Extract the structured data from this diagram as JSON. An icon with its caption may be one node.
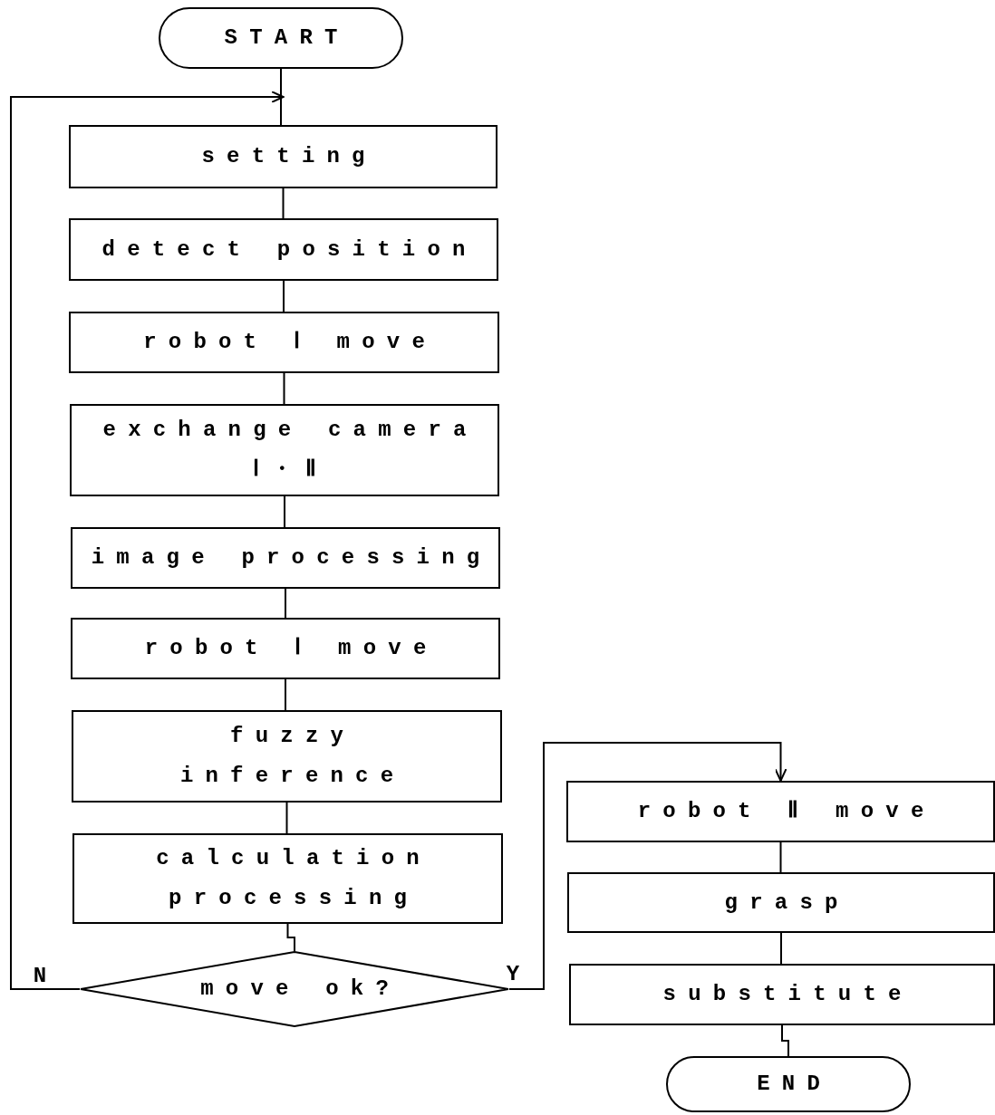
{
  "diagram": {
    "nodes": [
      {
        "text": [
          "START"
        ]
      },
      {
        "text": [
          "setting"
        ]
      },
      {
        "text": [
          "detect position"
        ]
      },
      {
        "text": [
          "robot Ⅰ move"
        ]
      },
      {
        "text": [
          "exchange camera Ⅰ・Ⅱ"
        ]
      },
      {
        "text": [
          "image processing"
        ]
      },
      {
        "text": [
          "robot Ⅰ move"
        ]
      },
      {
        "text": [
          "fuzzy inference"
        ]
      },
      {
        "text": [
          "calculation processing"
        ]
      },
      {
        "text": [
          "move ok?"
        ]
      },
      {
        "text": [
          "robot Ⅱ move"
        ]
      },
      {
        "text": [
          "grasp"
        ]
      },
      {
        "text": [
          "substitute"
        ]
      },
      {
        "text": [
          "END"
        ]
      }
    ],
    "edges": [
      {
        "from": 0,
        "to": 1,
        "arrow": "none"
      },
      {
        "from": 1,
        "to": 2,
        "arrow": "none"
      },
      {
        "from": 2,
        "to": 3,
        "arrow": "none"
      },
      {
        "from": 3,
        "to": 4,
        "arrow": "none"
      },
      {
        "from": 4,
        "to": 5,
        "arrow": "none"
      },
      {
        "from": 5,
        "to": 6,
        "arrow": "none"
      },
      {
        "from": 6,
        "to": 7,
        "arrow": "none"
      },
      {
        "from": 7,
        "to": 8,
        "arrow": "none"
      },
      {
        "from": 8,
        "to": 9,
        "arrow": "none"
      },
      {
        "from": 9,
        "to": 1,
        "arrow": "to",
        "label": "N"
      },
      {
        "from": 9,
        "to": 10,
        "arrow": "to",
        "label": "Y"
      },
      {
        "from": 10,
        "to": 11,
        "arrow": "none"
      },
      {
        "from": 11,
        "to": 12,
        "arrow": "none"
      },
      {
        "from": 12,
        "to": 13,
        "arrow": "none"
      }
    ]
  }
}
